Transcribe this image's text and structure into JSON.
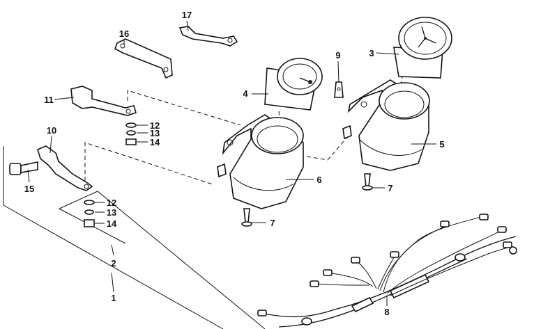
{
  "callouts": [
    {
      "id": "c1",
      "text": "1"
    },
    {
      "id": "c2",
      "text": "2"
    },
    {
      "id": "c3",
      "text": "3"
    },
    {
      "id": "c4",
      "text": "4"
    },
    {
      "id": "c5",
      "text": "5"
    },
    {
      "id": "c6",
      "text": "6"
    },
    {
      "id": "c7a",
      "text": "7"
    },
    {
      "id": "c7b",
      "text": "7"
    },
    {
      "id": "c8",
      "text": "8"
    },
    {
      "id": "c9",
      "text": "9"
    },
    {
      "id": "c10",
      "text": "10"
    },
    {
      "id": "c11",
      "text": "11"
    },
    {
      "id": "c12a",
      "text": "12"
    },
    {
      "id": "c12b",
      "text": "12"
    },
    {
      "id": "c13a",
      "text": "13"
    },
    {
      "id": "c13b",
      "text": "13"
    },
    {
      "id": "c14a",
      "text": "14"
    },
    {
      "id": "c14b",
      "text": "14"
    },
    {
      "id": "c15",
      "text": "15"
    },
    {
      "id": "c16",
      "text": "16"
    },
    {
      "id": "c17",
      "text": "17"
    }
  ]
}
